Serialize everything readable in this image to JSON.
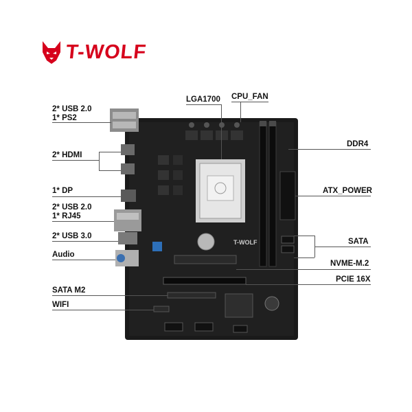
{
  "brand": {
    "name": "T-WOLF",
    "color": "#d6001c"
  },
  "board_silkscreen": "T-WOLF",
  "left_labels": {
    "usb20_ps2_a": "2* USB 2.0",
    "usb20_ps2_b": "1* PS2",
    "hdmi": "2* HDMI",
    "dp": "1* DP",
    "usb20_rj45_a": "2* USB 2.0",
    "usb20_rj45_b": "1* RJ45",
    "usb30": "2* USB 3.0",
    "audio": "Audio",
    "sata_m2": "SATA M2",
    "wifi": "WIFI"
  },
  "top_labels": {
    "socket": "LGA1700",
    "cpu_fan": "CPU_FAN"
  },
  "right_labels": {
    "ddr4": "DDR4",
    "atx_power": "ATX_POWER",
    "sata": "SATA",
    "nvme": "NVME-M.2",
    "pcie": "PCIE 16X"
  }
}
